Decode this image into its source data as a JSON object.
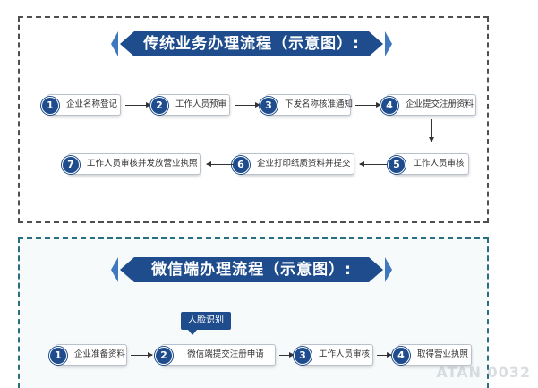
{
  "traditional": {
    "title": "传统业务办理流程（示意图）:",
    "steps": [
      {
        "num": "1",
        "label": "企业名称登记"
      },
      {
        "num": "2",
        "label": "工作人员预审"
      },
      {
        "num": "3",
        "label": "下发名称核准通知"
      },
      {
        "num": "4",
        "label": "企业提交注册资料"
      },
      {
        "num": "5",
        "label": "工作人员审核"
      },
      {
        "num": "6",
        "label": "企业打印纸质资料并提交"
      },
      {
        "num": "7",
        "label": "工作人员审核并发放营业执照"
      }
    ]
  },
  "wechat": {
    "title": "微信端办理流程（示意图）:",
    "callout": "人脸识别",
    "steps": [
      {
        "num": "1",
        "label": "企业准备资料"
      },
      {
        "num": "2",
        "label": "微信端提交注册申请"
      },
      {
        "num": "3",
        "label": "工作人员审核"
      },
      {
        "num": "4",
        "label": "取得营业执照"
      }
    ]
  },
  "watermark": "ATAN 0032",
  "colors": {
    "primary": "#1f4c8c",
    "border_dark": "#4f4f4f",
    "border_teal": "#2a6e82"
  }
}
